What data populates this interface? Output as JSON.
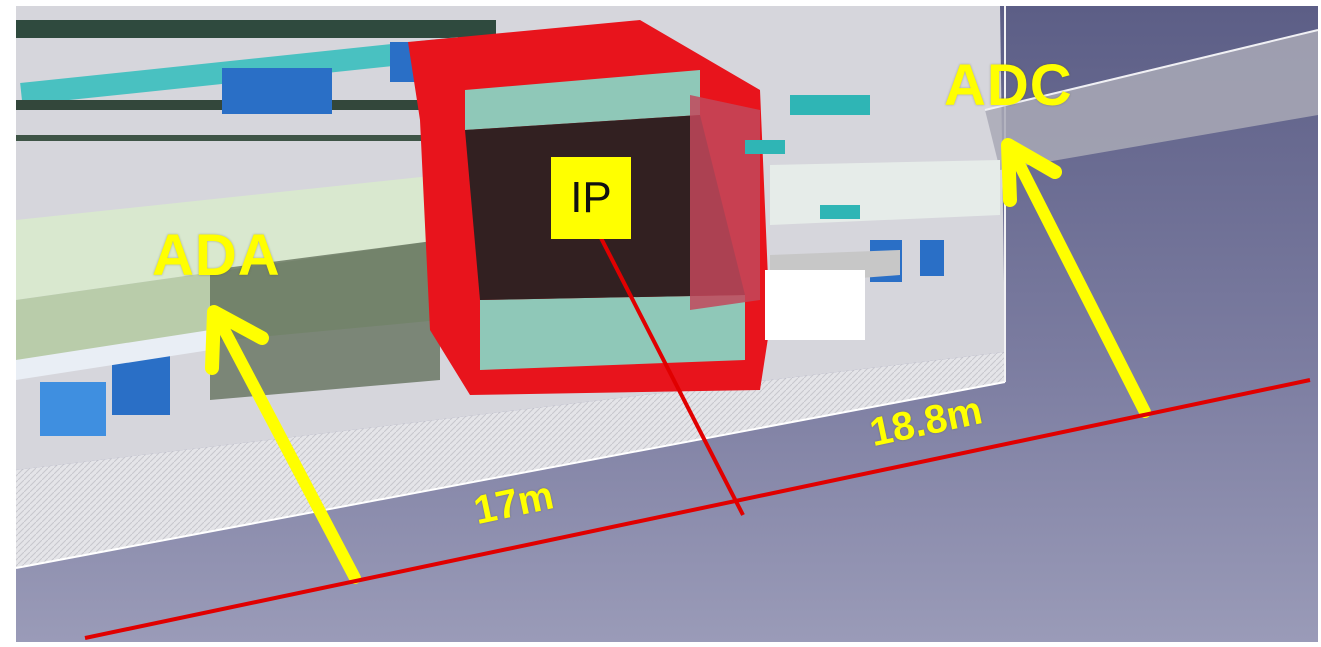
{
  "labels": {
    "ada": "ADA",
    "adc": "ADC",
    "ip": "IP",
    "distance_ada": "17m",
    "distance_adc": "18.8m"
  },
  "colors": {
    "annotation_yellow": "#ffff00",
    "baseline_red": "#e00000",
    "magnet_red": "#e8141c",
    "floor": "#6e6f94",
    "cavern_wall": "#dedee2"
  }
}
